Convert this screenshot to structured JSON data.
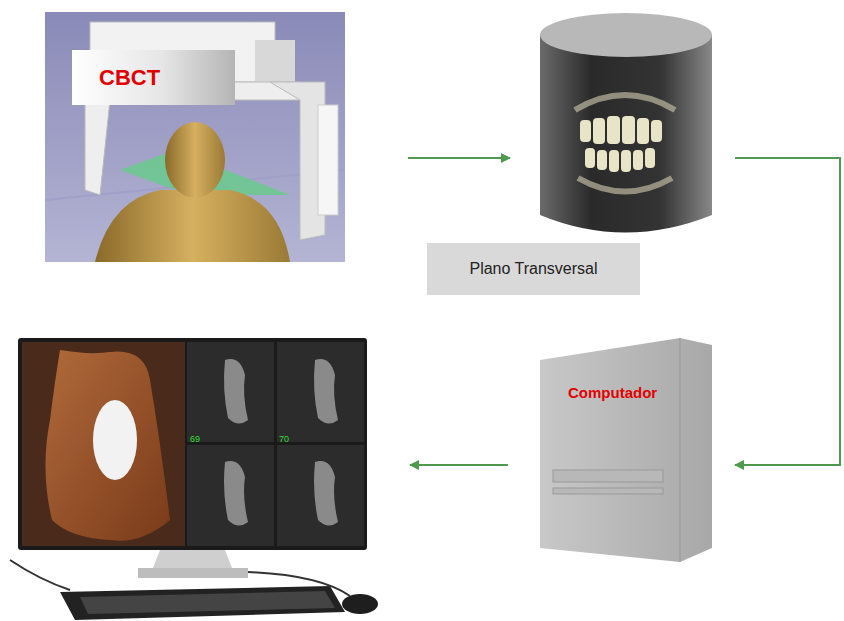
{
  "diagram": {
    "nodes": [
      {
        "text": [
          "CBCT"
        ]
      },
      {
        "text": [
          "Plano Transversal"
        ]
      },
      {
        "text": [
          "Computador"
        ]
      }
    ],
    "edges": [
      {
        "from": 0,
        "to": 1,
        "arrow": "to"
      },
      {
        "from": 1,
        "to": 2,
        "arrow": "to"
      }
    ],
    "labels": [
      "69",
      "70"
    ]
  }
}
